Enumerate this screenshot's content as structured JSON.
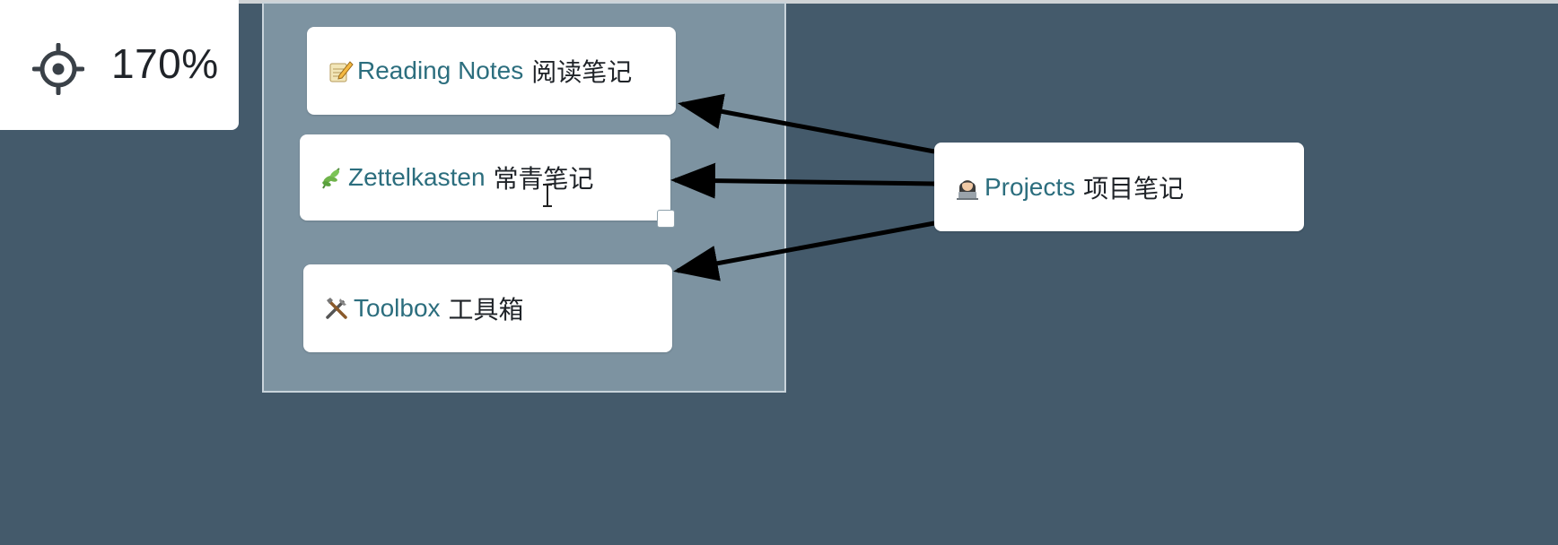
{
  "zoom": {
    "label": "170%",
    "icon": "target-icon"
  },
  "colors": {
    "canvas_background": "#445a6b",
    "group_background": "#7d93a1",
    "link_text": "#2c6e7e",
    "edge": "#000000"
  },
  "nodes": {
    "reading_notes": {
      "icon": "memo-icon",
      "title": "Reading Notes",
      "subtitle": "阅读笔记"
    },
    "zettelkasten": {
      "icon": "herb-icon",
      "title": "Zettelkasten",
      "subtitle": "常青笔记"
    },
    "toolbox": {
      "icon": "tools-icon",
      "title": "Toolbox",
      "subtitle": "工具箱"
    },
    "projects": {
      "icon": "person-at-laptop-icon",
      "title": "Projects",
      "subtitle": "项目笔记"
    }
  },
  "edges": [
    {
      "from": "Projects",
      "to": "Reading Notes"
    },
    {
      "from": "Projects",
      "to": "Zettelkasten"
    },
    {
      "from": "Projects",
      "to": "Toolbox"
    }
  ]
}
